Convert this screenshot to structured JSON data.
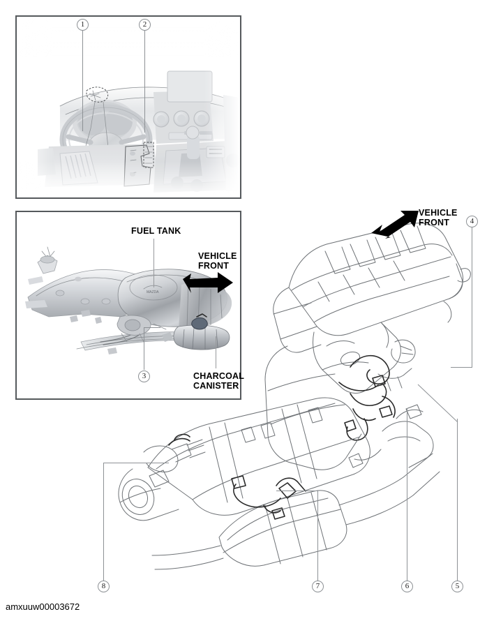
{
  "figure": {
    "caption": "amxuuw00003672",
    "panels": [
      {
        "id": "dashboard-panel",
        "name": "vehicle interior dashboard view"
      },
      {
        "id": "fuel-tank-panel",
        "name": "fuel tank underbody view"
      }
    ]
  },
  "labels": {
    "fuel_tank": "FUEL TANK",
    "charcoal_canister": "CHARCOAL\nCANISTER",
    "vehicle_front_tank": "VEHICLE\nFRONT",
    "vehicle_front_engine": "VEHICLE\nFRONT"
  },
  "callouts": [
    {
      "number": "1",
      "panel": "dashboard-panel"
    },
    {
      "number": "2",
      "panel": "dashboard-panel"
    },
    {
      "number": "3",
      "panel": "fuel-tank-panel"
    },
    {
      "number": "4",
      "panel": "engine-view"
    },
    {
      "number": "5",
      "panel": "engine-view"
    },
    {
      "number": "6",
      "panel": "engine-view"
    },
    {
      "number": "7",
      "panel": "engine-view"
    },
    {
      "number": "8",
      "panel": "engine-view"
    }
  ],
  "colors": {
    "panel_border": "#55595c",
    "leader_line": "#8d9195",
    "line_art": "#6e7276",
    "label_text": "#000000",
    "arrow_fill": "#000000"
  }
}
